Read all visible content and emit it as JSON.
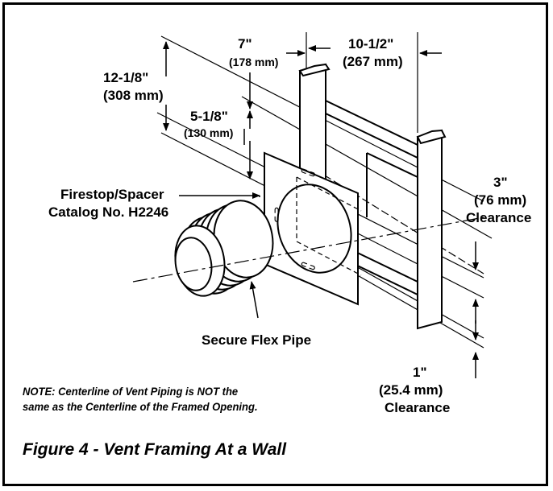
{
  "labels": {
    "dim_7": "7\"",
    "dim_7_mm": "(178 mm)",
    "dim_10_5": "10-1/2\"",
    "dim_10_5_mm": "(267 mm)",
    "dim_12_125": "12-1/8\"",
    "dim_12_125_mm": "(308 mm)",
    "dim_5_125": "5-1/8\"",
    "dim_5_125_mm": "(130 mm)",
    "firestop_line1": "Firestop/Spacer",
    "firestop_line2": "Catalog No. H2246",
    "dim_3": "3\"",
    "dim_3_mm": "(76 mm)",
    "clearance_top": "Clearance",
    "flex_pipe": "Secure Flex Pipe",
    "dim_1": "1\"",
    "dim_1_mm": "(25.4 mm)",
    "clearance_bottom": "Clearance"
  },
  "note": {
    "line1": "NOTE: Centerline of Vent Piping is NOT the",
    "line2": "same as the Centerline of the Framed Opening."
  },
  "caption": "Figure 4 - Vent Framing At a Wall",
  "colors": {
    "ink": "#000000",
    "paper": "#ffffff"
  }
}
